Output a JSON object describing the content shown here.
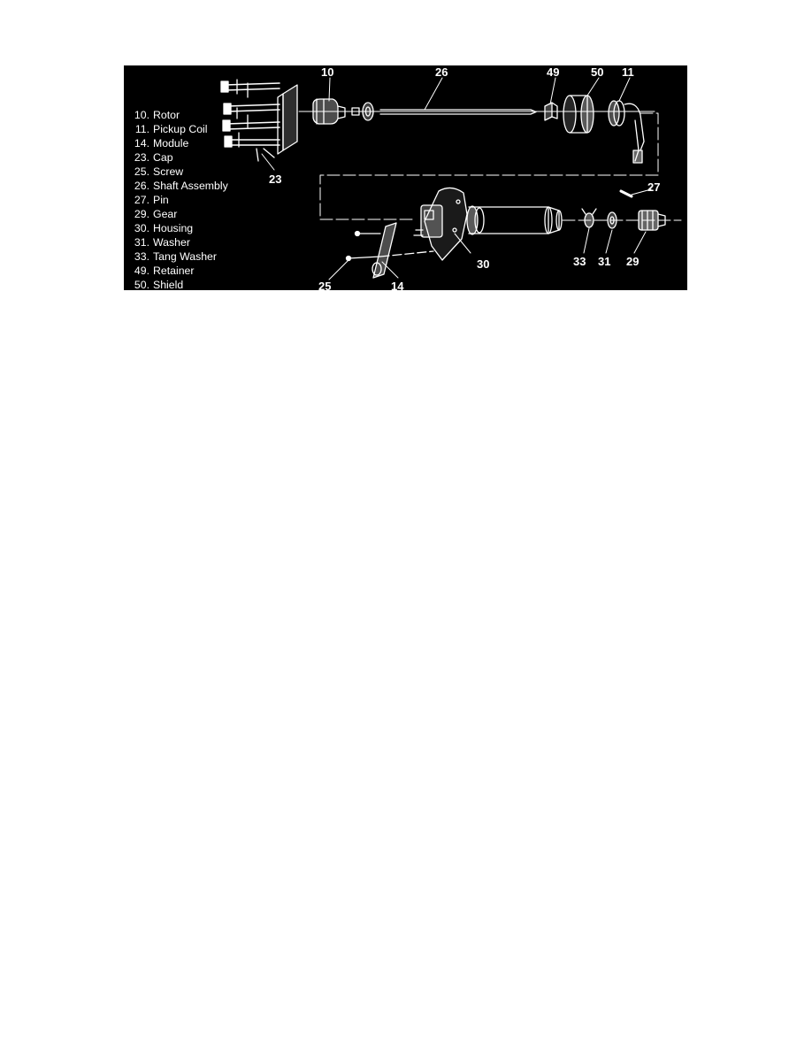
{
  "legend": [
    {
      "num": "10.",
      "label": "Rotor"
    },
    {
      "num": "11.",
      "label": "Pickup Coil"
    },
    {
      "num": "14.",
      "label": "Module"
    },
    {
      "num": "23.",
      "label": "Cap"
    },
    {
      "num": "25.",
      "label": "Screw"
    },
    {
      "num": "26.",
      "label": "Shaft Assembly"
    },
    {
      "num": "27.",
      "label": "Pin"
    },
    {
      "num": "29.",
      "label": "Gear"
    },
    {
      "num": "30.",
      "label": "Housing"
    },
    {
      "num": "31.",
      "label": "Washer"
    },
    {
      "num": "33.",
      "label": "Tang Washer"
    },
    {
      "num": "49.",
      "label": "Retainer"
    },
    {
      "num": "50.",
      "label": "Shield"
    }
  ],
  "callouts": {
    "c10": "10",
    "c26": "26",
    "c49": "49",
    "c50": "50",
    "c11": "11",
    "c23": "23",
    "c27": "27",
    "c30": "30",
    "c33": "33",
    "c31": "31",
    "c29": "29",
    "c25": "25",
    "c14": "14"
  },
  "colors": {
    "background": "#000000",
    "ink": "#ffffff"
  }
}
